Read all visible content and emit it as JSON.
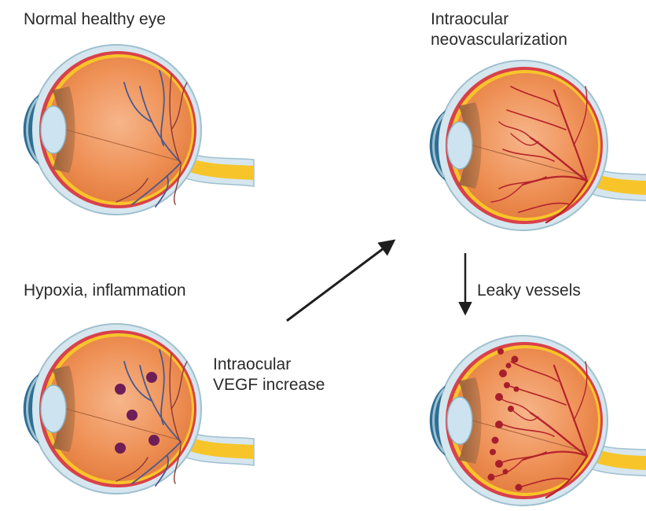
{
  "labels": {
    "normal": "Normal healthy eye",
    "neovascularization": "Intraocular\nneovascularization",
    "hypoxia": "Hypoxia, inflammation",
    "vegf": "Intraocular\nVEGF increase",
    "leaky": "Leaky vessels"
  },
  "colors": {
    "sclera": "#cfe2ea",
    "choroid_red": "#d9414a",
    "retina_yellow": "#f7c52a",
    "globe_orange": "#ec8a4a",
    "iris_blue": "#2d6f96",
    "lens": "#cde4f0",
    "vein_blue": "#4a5a8e",
    "artery_red": "#b4232a",
    "hypoxia_dot": "#6e1e56",
    "arrow": "#1e1e1e"
  },
  "icons": [
    "eye-normal-illustration",
    "eye-neovascularization-illustration",
    "eye-hypoxia-illustration",
    "eye-leaky-vessels-illustration"
  ]
}
